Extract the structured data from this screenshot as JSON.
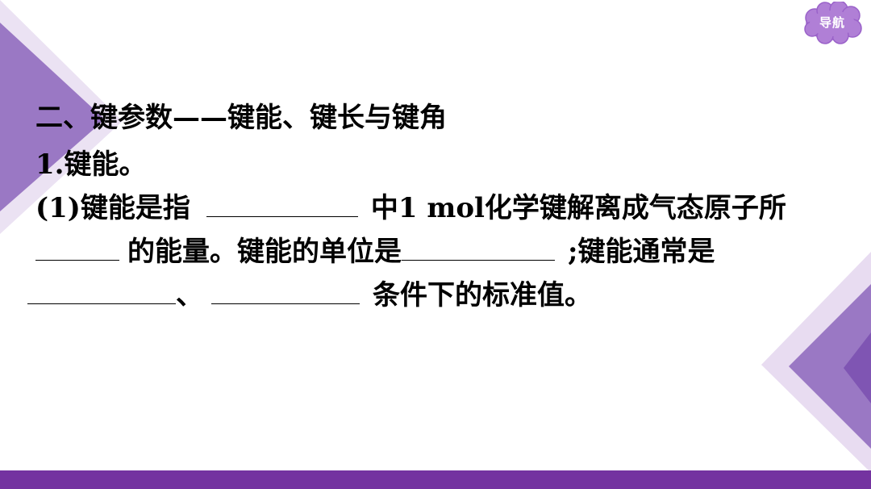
{
  "nav": {
    "label": "导航"
  },
  "content": {
    "heading": "二、键参数——键能、键长与键角",
    "item_1": "1.键能。",
    "line_2_a": "(1)键能是指",
    "line_2_b": "中1 mol化学键解离成气态原子所",
    "line_3_a": "的能量。键能的单位是",
    "line_3_b": ";键能通常是",
    "line_4_a": "、",
    "line_4_b": "条件下的标准值。"
  },
  "colors": {
    "accent_purple": "#7433a0",
    "light_purple": "#9b79c4",
    "pale_purple": "#e7dcf0",
    "nav_fill": "#b07fd6"
  }
}
